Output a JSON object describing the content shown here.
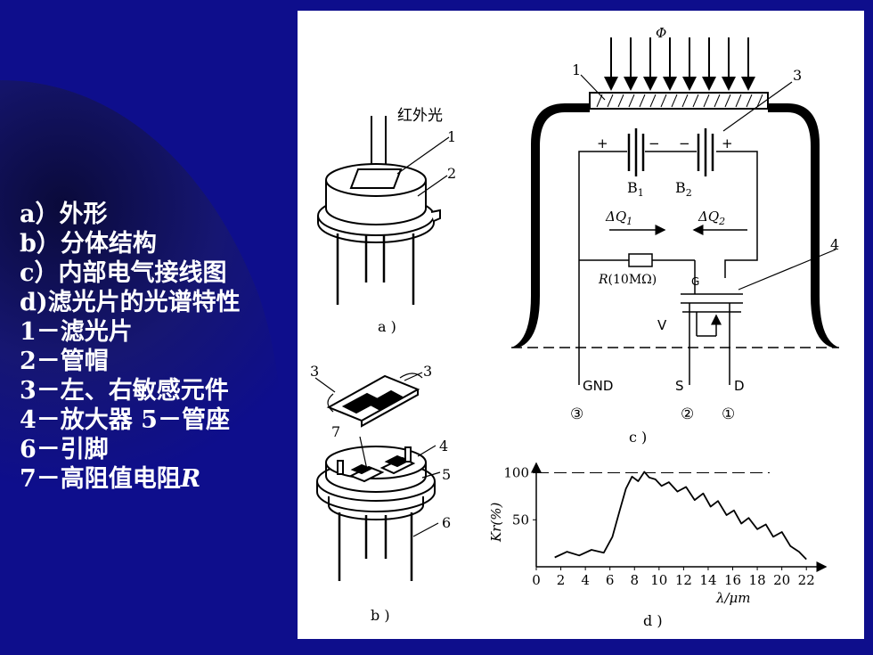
{
  "legend": {
    "items": [
      "a）外形",
      "b）分体结构",
      "c）内部电气接线图",
      "d)滤光片的光谱特性",
      "1－滤光片",
      "2－管帽",
      "3－左、右敏感元件",
      "4－放大器 5－管座",
      "6－引脚"
    ],
    "last_prefix": "7－高阻值电阻",
    "last_symbol": "R"
  },
  "figure_a": {
    "light_label": "红外光",
    "n1": "1",
    "n2": "2",
    "caption": "a )"
  },
  "figure_b": {
    "n3a": "3",
    "n3b": "3",
    "n7": "7",
    "n4": "4",
    "n5": "5",
    "n6": "6",
    "caption": "b )"
  },
  "figure_c": {
    "phi": "Φ",
    "n1": "1",
    "n3": "3",
    "n4": "4",
    "plus": "+",
    "minus": "−",
    "b1": "B",
    "b1_sub": "1",
    "b2": "B",
    "b2_sub": "2",
    "dq1": "ΔQ",
    "dq1_sub": "1",
    "dq2": "ΔQ",
    "dq2_sub": "2",
    "r_label": "R",
    "r_value": "(10MΩ)",
    "g": "G",
    "v": "V",
    "gnd": "GND",
    "s": "S",
    "d": "D",
    "pin3": "③",
    "pin2": "②",
    "pin1": "①",
    "caption": "c )"
  },
  "chart_data": {
    "type": "line",
    "title": "",
    "xlabel": "λ/μm",
    "ylabel": "Kr(%)",
    "xlim": [
      0,
      23
    ],
    "ylim": [
      0,
      110
    ],
    "x_ticks": [
      "0",
      "2",
      "4",
      "6",
      "8",
      "10",
      "12",
      "14",
      "16",
      "18",
      "20",
      "22"
    ],
    "y_ticks": [
      "50",
      "100"
    ],
    "reference_line": 100,
    "series": [
      {
        "x": [
          1.5,
          2.5,
          3.5,
          4.5,
          5.5,
          6.2,
          6.8,
          7.3,
          7.8,
          8.3,
          8.8,
          9.2,
          9.7,
          10.2,
          10.8,
          11.5,
          12.2,
          12.9,
          13.6,
          14.2,
          14.8,
          15.5,
          16.1,
          16.7,
          17.3,
          18.0,
          18.7,
          19.3,
          20.0,
          20.7,
          21.4,
          22.0
        ],
        "y": [
          10,
          16,
          12,
          18,
          15,
          32,
          60,
          83,
          96,
          91,
          101,
          95,
          93,
          86,
          90,
          80,
          85,
          71,
          78,
          64,
          70,
          55,
          60,
          46,
          52,
          40,
          45,
          32,
          37,
          22,
          16,
          8
        ]
      }
    ],
    "caption": "d )"
  }
}
